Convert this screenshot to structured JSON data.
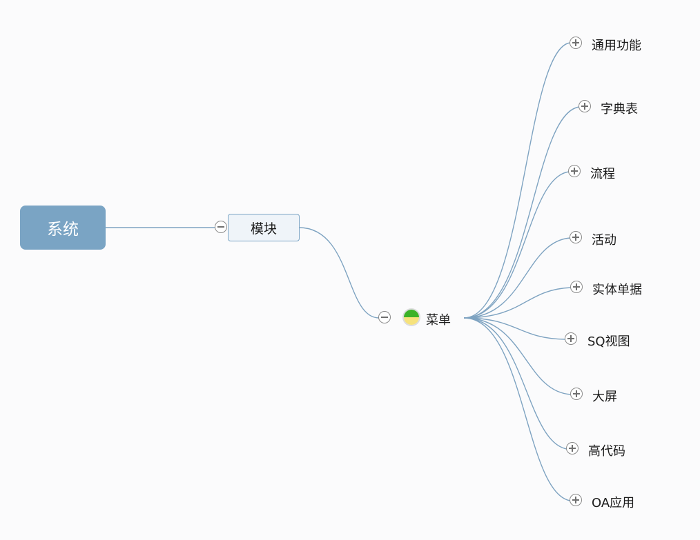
{
  "root": {
    "label": "系统",
    "color": "#7aa4c4"
  },
  "module": {
    "label": "模块"
  },
  "menu": {
    "label": "菜单",
    "icon": "half-progress-icon"
  },
  "leaves": [
    {
      "label": "通用功能"
    },
    {
      "label": "字典表"
    },
    {
      "label": "流程"
    },
    {
      "label": "活动"
    },
    {
      "label": "实体单据"
    },
    {
      "label": "SQ视图"
    },
    {
      "label": "大屏"
    },
    {
      "label": "高代码"
    },
    {
      "label": "OA应用"
    }
  ],
  "connector_color": "#7ea3c1"
}
